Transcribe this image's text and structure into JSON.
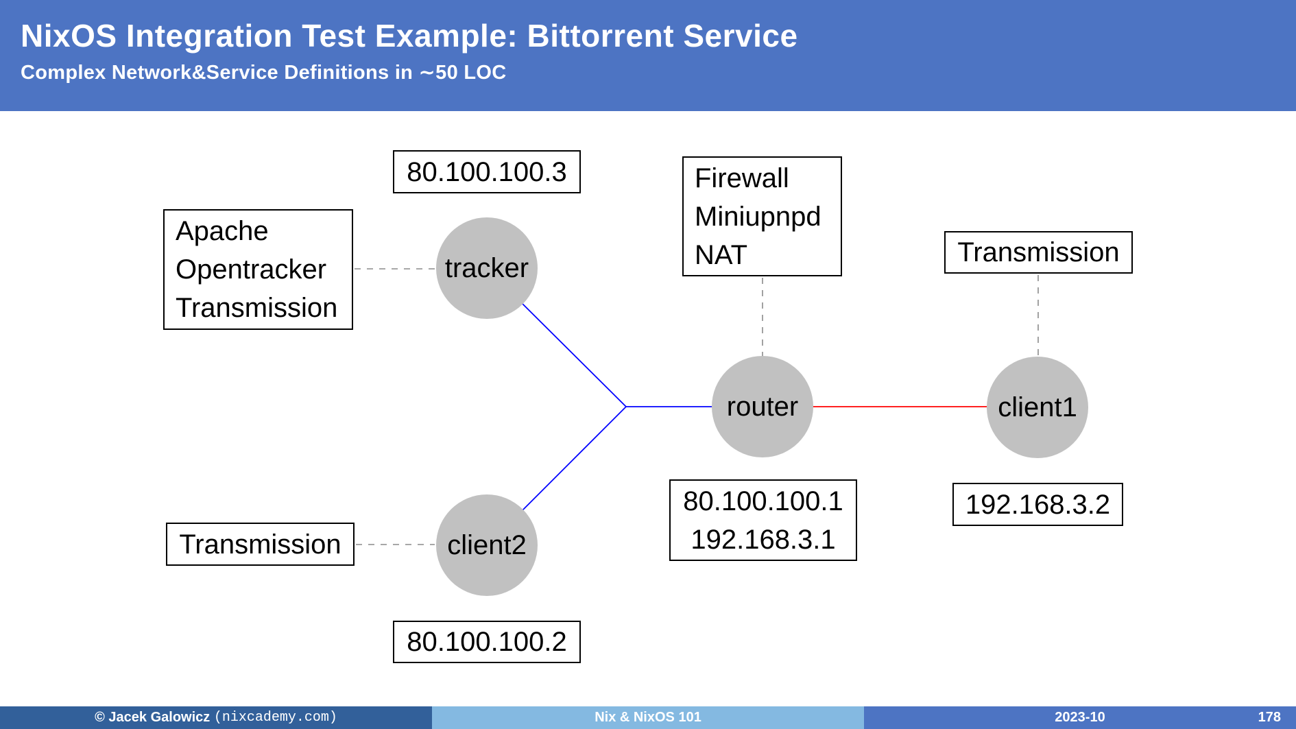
{
  "colors": {
    "header_bg": "#4d74c3",
    "footer_author_bg": "#32609a",
    "footer_title_bg": "#84b9e1",
    "footer_date_bg": "#4d74c3",
    "node_fill": "#c1c1c1",
    "edge_blue": "#0000ff",
    "edge_red": "#ff0000",
    "dashed_gray": "#8a8a8a",
    "box_border": "#000000",
    "text_on_header": "#ffffff"
  },
  "header": {
    "title": "NixOS Integration Test Example: Bittorrent Service",
    "subtitle": "Complex Network&Service Definitions in ∼50 LOC"
  },
  "diagram": {
    "nodes": {
      "tracker": "tracker",
      "router": "router",
      "client1": "client1",
      "client2": "client2"
    },
    "boxes": {
      "tracker_ip": [
        "80.100.100.3"
      ],
      "tracker_services": [
        "Apache",
        "Opentracker",
        "Transmission"
      ],
      "router_services": [
        "Firewall",
        "Miniupnpd",
        "NAT"
      ],
      "router_ip": [
        "80.100.100.1",
        "192.168.3.1"
      ],
      "client1_services": [
        "Transmission"
      ],
      "client1_ip": [
        "192.168.3.2"
      ],
      "client2_services": [
        "Transmission"
      ],
      "client2_ip": [
        "80.100.100.2"
      ]
    }
  },
  "footer": {
    "author": "© Jacek Galowicz ",
    "author_domain": "(nixcademy.com)",
    "course_title": "Nix & NixOS 101",
    "date": "2023-10",
    "page": "178"
  }
}
